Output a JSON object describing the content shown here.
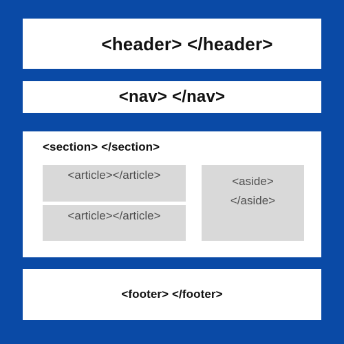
{
  "diagram": {
    "header": {
      "label": "<header> </header>"
    },
    "nav": {
      "label": "<nav> </nav>"
    },
    "section": {
      "label": "<section> </section>",
      "articles": [
        {
          "label": "<article></article>"
        },
        {
          "label": "<article></article>"
        }
      ],
      "aside": {
        "line_1": "<aside>",
        "line_2": "</aside>"
      }
    },
    "footer": {
      "label": "<footer> </footer>"
    },
    "colors": {
      "background": "#0a4aa6",
      "block": "#ffffff",
      "inner_box": "#d9d9d9",
      "text_dark": "#111111",
      "text_gray": "#4f4f4f"
    }
  }
}
